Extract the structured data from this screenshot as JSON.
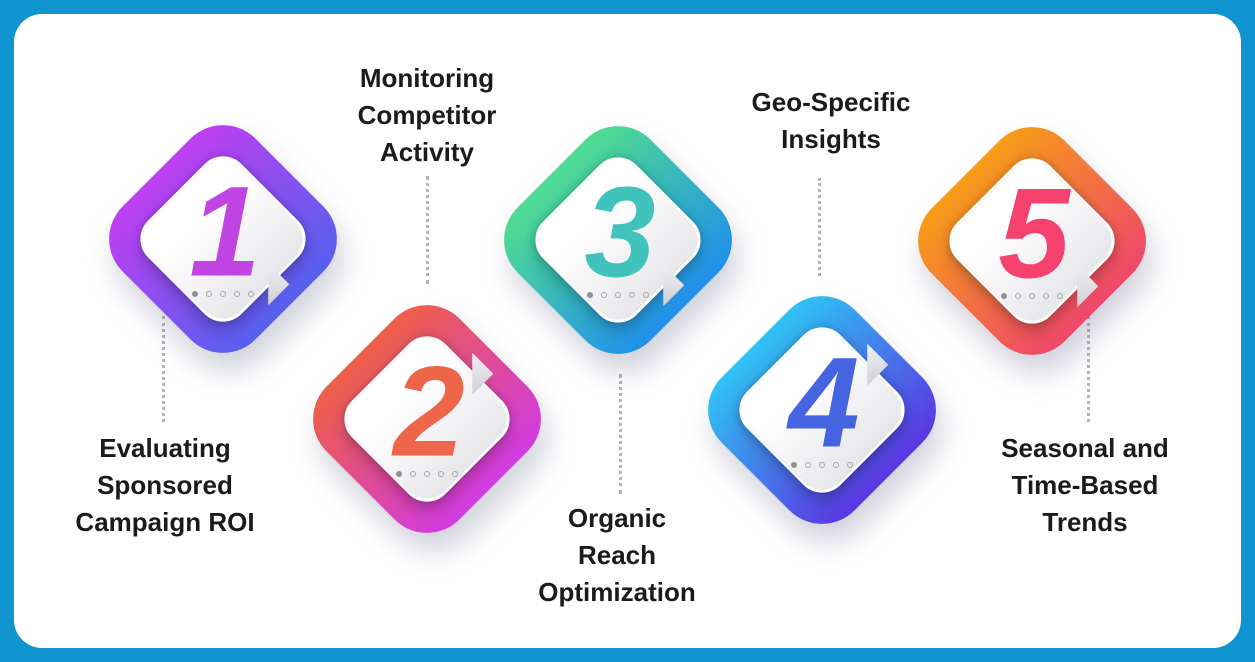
{
  "infographic": {
    "frame_color": "#1094cf",
    "card_color": "#ffffff",
    "connector_color": "#b4b4b8",
    "text_color": "#1b1b1b",
    "dots_per_badge": 5,
    "items": [
      {
        "number": "1",
        "label": "Evaluating Sponsored Campaign ROI",
        "label_lines": [
          "Evaluating",
          "Sponsored",
          "Campaign ROI"
        ],
        "label_position": "below",
        "gradient_start": "#bf3ff2",
        "gradient_end": "#5560ee",
        "number_color": "#c044e2"
      },
      {
        "number": "2",
        "label": "Monitoring Competitor Activity",
        "label_lines": [
          "Monitoring",
          "Competitor",
          "Activity"
        ],
        "label_position": "above",
        "gradient_start": "#ee5f49",
        "gradient_end": "#d13ae2",
        "number_color": "#ef654a"
      },
      {
        "number": "3",
        "label": "Organic Reach Optimization",
        "label_lines": [
          "Organic",
          "Reach",
          "Optimization"
        ],
        "label_position": "below",
        "gradient_start": "#4fdc90",
        "gradient_end": "#2090ec",
        "number_color": "#41c3bd"
      },
      {
        "number": "4",
        "label": "Geo-Specific Insights",
        "label_lines": [
          "Geo-Specific",
          "Insights"
        ],
        "label_position": "above",
        "gradient_start": "#2fc3f4",
        "gradient_end": "#5b36e2",
        "number_color": "#4663e2"
      },
      {
        "number": "5",
        "label": "Seasonal and Time-Based Trends",
        "label_lines": [
          "Seasonal and",
          "Time-Based",
          "Trends"
        ],
        "label_position": "below",
        "gradient_start": "#f79c18",
        "gradient_end": "#ef476b",
        "number_color": "#f5416e"
      }
    ]
  }
}
